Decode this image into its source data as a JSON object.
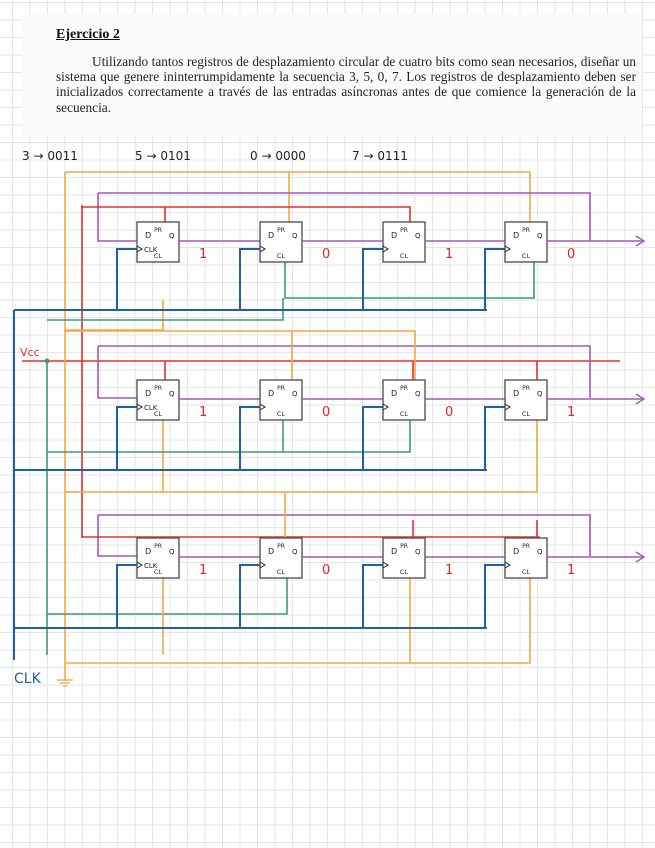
{
  "document": {
    "title": "Ejercicio 2",
    "statement": "Utilizando tantos registros de desplazamiento circular de cuatro bits como sean necesarios, diseñar un sistema que genere ininterrumpidamente la secuencia 3, 5, 0, 7. Los registros de desplazamiento deben ser inicializados correctamente a través de las entradas asíncronas antes de que comience la generación de la secuencia."
  },
  "encoding": [
    {
      "decimal": "3",
      "binary": "0011",
      "label": "3 → 0011"
    },
    {
      "decimal": "5",
      "binary": "0101",
      "label": "5 → 0101"
    },
    {
      "decimal": "0",
      "binary": "0000",
      "label": "0 → 0000"
    },
    {
      "decimal": "7",
      "binary": "0111",
      "label": "7 → 0111"
    }
  ],
  "labels": {
    "vcc": "Vcc",
    "clk": "CLK"
  },
  "flipflop_pins": {
    "d": "D",
    "pr": "PR",
    "q": "Q",
    "clk": "CLK",
    "cl": "CL"
  },
  "registers": [
    {
      "name": "register-1",
      "initial_bits": [
        "1",
        "0",
        "1",
        "0"
      ]
    },
    {
      "name": "register-2",
      "initial_bits": [
        "1",
        "0",
        "0",
        "1"
      ]
    },
    {
      "name": "register-3",
      "initial_bits": [
        "1",
        "0",
        "1",
        "1"
      ]
    }
  ],
  "colors": {
    "clock_wire": "#1f5fa6",
    "vcc_wire": "#e03030",
    "ground_wire": "#f5a742",
    "feedback_wire": "#a05ab8",
    "clear_wire": "#3e9a7e",
    "bit_label": "#e02828",
    "box": "#555555"
  }
}
